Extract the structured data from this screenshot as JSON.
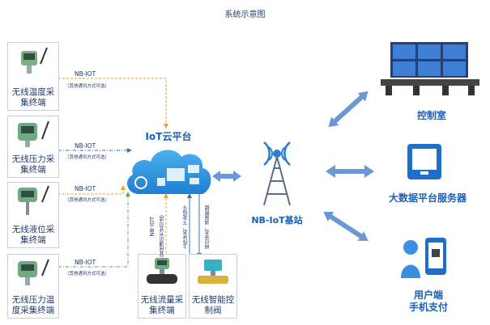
{
  "title": "系统示意图",
  "terminals": [
    {
      "id": "temp",
      "label": "无线温度采集终端"
    },
    {
      "id": "pressure",
      "label": "无线压力采集终端"
    },
    {
      "id": "level",
      "label": "无线液位采集终端"
    },
    {
      "id": "press_temp",
      "label": "无线压力温度采集终端"
    }
  ],
  "links": [
    {
      "protocol": "NB-IOT",
      "note": "（其他通讯方式可选）"
    },
    {
      "protocol": "NB-IOT",
      "note": "（其他通讯方式可选）"
    },
    {
      "protocol": "NB-IOT",
      "note": "（其他通讯方式可选）"
    },
    {
      "protocol": "NB-IOT",
      "note": "（其他通讯方式可选）"
    }
  ],
  "cloud": {
    "label": "IoT云平台"
  },
  "station": {
    "label": "NB-IoT基站"
  },
  "bottom_devices": [
    {
      "id": "flow",
      "label": "无线流量采集终端"
    },
    {
      "id": "valve",
      "label": "无线智能控制阀"
    }
  ],
  "bottom_link": {
    "protocol": "NB-IOT",
    "note": "（其他通讯方式可选）"
  },
  "valve_link": {
    "up": "上传状态、下发指令",
    "down": "阀位状态、调度数据"
  },
  "right_items": [
    {
      "id": "control",
      "label": "控制室"
    },
    {
      "id": "bigdata",
      "label": "大数据平台服务器"
    },
    {
      "id": "user",
      "label": "用户端\n手机支付"
    }
  ],
  "colors": {
    "accent": "#1a5fb5",
    "dashed": "#f29b2e",
    "arrow": "#5b8fd0"
  }
}
